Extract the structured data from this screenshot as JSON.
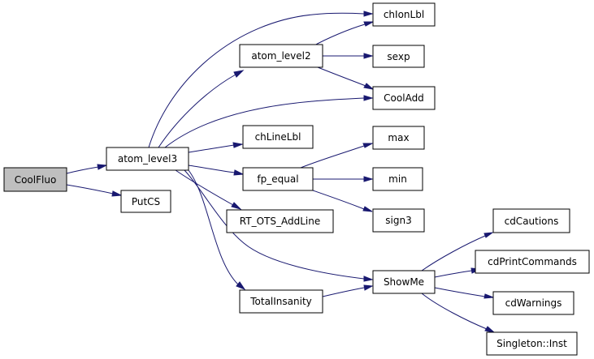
{
  "diagram": {
    "colors": {
      "edge": "#191970",
      "node_border": "#000000",
      "node_fill": "#ffffff",
      "root_fill": "#bfbfbf"
    },
    "nodes": [
      {
        "id": "CoolFluo",
        "label": "CoolFluo"
      },
      {
        "id": "atom_level3",
        "label": "atom_level3"
      },
      {
        "id": "PutCS",
        "label": "PutCS"
      },
      {
        "id": "atom_level2",
        "label": "atom_level2"
      },
      {
        "id": "chIonLbl",
        "label": "chIonLbl"
      },
      {
        "id": "sexp",
        "label": "sexp"
      },
      {
        "id": "CoolAdd",
        "label": "CoolAdd"
      },
      {
        "id": "chLineLbl",
        "label": "chLineLbl"
      },
      {
        "id": "fp_equal",
        "label": "fp_equal"
      },
      {
        "id": "max",
        "label": "max"
      },
      {
        "id": "min",
        "label": "min"
      },
      {
        "id": "sign3",
        "label": "sign3"
      },
      {
        "id": "RT_OTS_AddLine",
        "label": "RT_OTS_AddLine"
      },
      {
        "id": "ShowMe",
        "label": "ShowMe"
      },
      {
        "id": "TotalInsanity",
        "label": "TotalInsanity"
      },
      {
        "id": "cdCautions",
        "label": "cdCautions"
      },
      {
        "id": "cdPrintCommands",
        "label": "cdPrintCommands"
      },
      {
        "id": "cdWarnings",
        "label": "cdWarnings"
      },
      {
        "id": "Singleton_Inst",
        "label": "Singleton::Inst"
      }
    ],
    "edges": [
      {
        "from": "CoolFluo",
        "to": "atom_level3"
      },
      {
        "from": "CoolFluo",
        "to": "PutCS"
      },
      {
        "from": "atom_level3",
        "to": "atom_level2"
      },
      {
        "from": "atom_level3",
        "to": "chIonLbl"
      },
      {
        "from": "atom_level3",
        "to": "CoolAdd"
      },
      {
        "from": "atom_level3",
        "to": "chLineLbl"
      },
      {
        "from": "atom_level3",
        "to": "fp_equal"
      },
      {
        "from": "atom_level3",
        "to": "RT_OTS_AddLine"
      },
      {
        "from": "atom_level3",
        "to": "ShowMe"
      },
      {
        "from": "atom_level3",
        "to": "TotalInsanity"
      },
      {
        "from": "atom_level2",
        "to": "chIonLbl"
      },
      {
        "from": "atom_level2",
        "to": "sexp"
      },
      {
        "from": "atom_level2",
        "to": "CoolAdd"
      },
      {
        "from": "fp_equal",
        "to": "max"
      },
      {
        "from": "fp_equal",
        "to": "min"
      },
      {
        "from": "fp_equal",
        "to": "sign3"
      },
      {
        "from": "TotalInsanity",
        "to": "ShowMe"
      },
      {
        "from": "ShowMe",
        "to": "cdCautions"
      },
      {
        "from": "ShowMe",
        "to": "cdPrintCommands"
      },
      {
        "from": "ShowMe",
        "to": "cdWarnings"
      },
      {
        "from": "ShowMe",
        "to": "Singleton_Inst"
      }
    ]
  }
}
